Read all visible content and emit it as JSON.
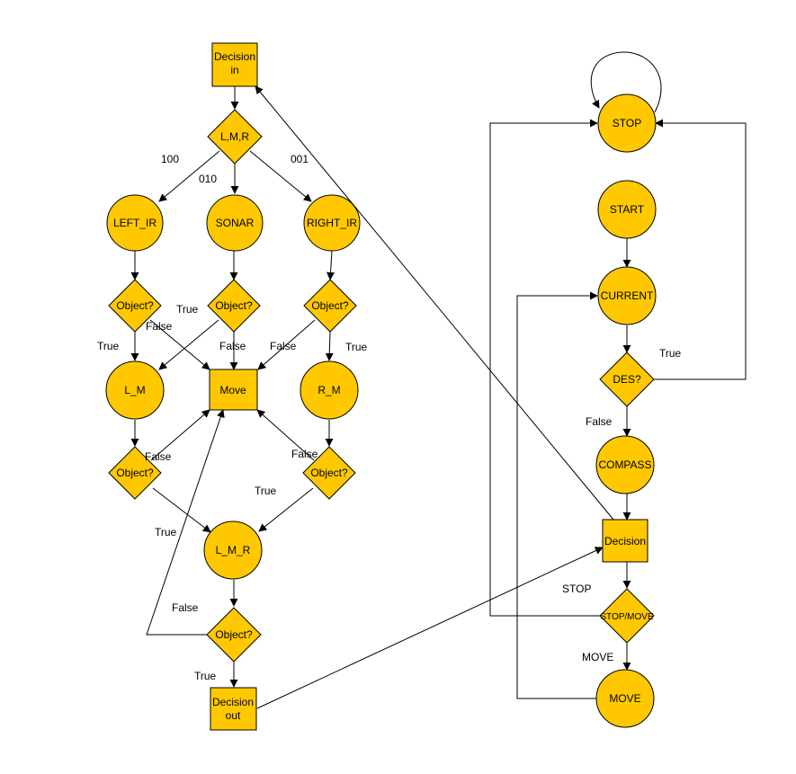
{
  "colors": {
    "node_fill": "#ffc800",
    "stroke": "#000000",
    "background": "#ffffff"
  },
  "nodes": {
    "decision_in": [
      "Decision",
      "in"
    ],
    "lmr_diamond": "L,M,R",
    "left_ir": "LEFT_IR",
    "sonar": "SONAR",
    "right_ir": "RIGHT_IR",
    "object_left": "Object?",
    "object_mid": "Object?",
    "object_right": "Object?",
    "l_m": "L_M",
    "move_box": "Move",
    "r_m": "R_M",
    "object_lm": "Object?",
    "object_rm": "Object?",
    "l_m_r": "L_M_R",
    "object_lmr": "Object?",
    "decision_out": [
      "Decision",
      "out"
    ],
    "stop": "STOP",
    "start": "START",
    "current": "CURRENT",
    "des": "DES?",
    "compass": "COMPASS",
    "decision": "Decision",
    "stop_move": "STOP/MOVE",
    "move": "MOVE"
  },
  "edge_labels": {
    "code_100": "100",
    "code_010": "010",
    "code_001": "001",
    "left_true": "True",
    "left_false": "False",
    "mid_true": "True",
    "mid_false": "False",
    "right_false": "False",
    "right_true": "True",
    "lm_false": "False",
    "rm_false": "False",
    "rm_true": "True",
    "lm_true": "True",
    "lmr_false": "False",
    "lmr_true": "True",
    "des_true": "True",
    "des_false": "False",
    "stop_label": "STOP",
    "move_label": "MOVE"
  }
}
